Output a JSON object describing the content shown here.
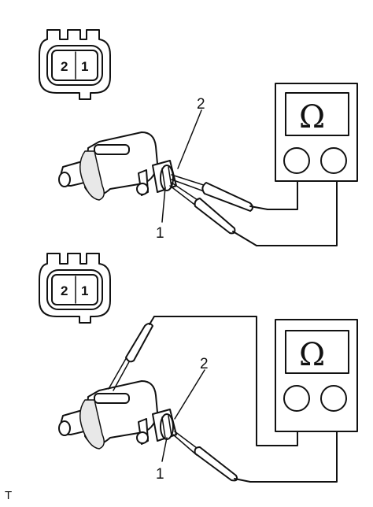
{
  "top_panel": {
    "connector": {
      "pin_left": "2",
      "pin_right": "1"
    },
    "meter": {
      "symbol": "Ω"
    },
    "callout_top": "2",
    "callout_bottom": "1"
  },
  "bottom_panel": {
    "connector": {
      "pin_left": "2",
      "pin_right": "1"
    },
    "meter": {
      "symbol": "Ω"
    },
    "callout_top": "2",
    "callout_bottom": "1"
  },
  "corner_mark": "T",
  "icons": [
    "connector-face-icon",
    "ohmmeter-icon",
    "valve-icon",
    "test-probe-icon"
  ],
  "colors": {
    "line": "#111111",
    "fill": "#ffffff",
    "shade": "#e8e8e8"
  }
}
